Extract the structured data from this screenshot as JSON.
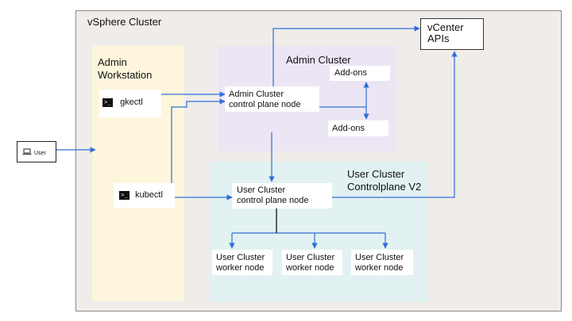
{
  "vsphere": {
    "title": "vSphere Cluster"
  },
  "vcenter": {
    "line1": "vCenter",
    "line2": "APIs"
  },
  "workstation": {
    "line1": "Admin",
    "line2": "Workstation",
    "gkectl": "gkectl",
    "kubectl": "kubectl"
  },
  "admin_cluster": {
    "title": "Admin Cluster",
    "node_line1": "Admin Cluster",
    "node_line2": "control plane node",
    "addon_top": "Add-ons",
    "addon_bottom": "Add-ons"
  },
  "user_cluster": {
    "title_line1": "User Cluster",
    "title_line2": "Controlplane V2",
    "cp_line1": "User Cluster",
    "cp_line2": "control plane node",
    "workers": [
      {
        "line1": "User Cluster",
        "line2": "worker node"
      },
      {
        "line1": "User Cluster",
        "line2": "worker node"
      },
      {
        "line1": "User Cluster",
        "line2": "worker node"
      }
    ]
  },
  "user": {
    "label": "User"
  },
  "colors": {
    "arrow": "#2f6fd6",
    "vsphere_bg": "#efecea",
    "workstation_bg": "#fdf6dc",
    "admin_bg": "#ece6f4",
    "user_bg": "#e2f1f1"
  },
  "icons": {
    "terminal": "terminal-icon",
    "laptop": "laptop-icon"
  }
}
